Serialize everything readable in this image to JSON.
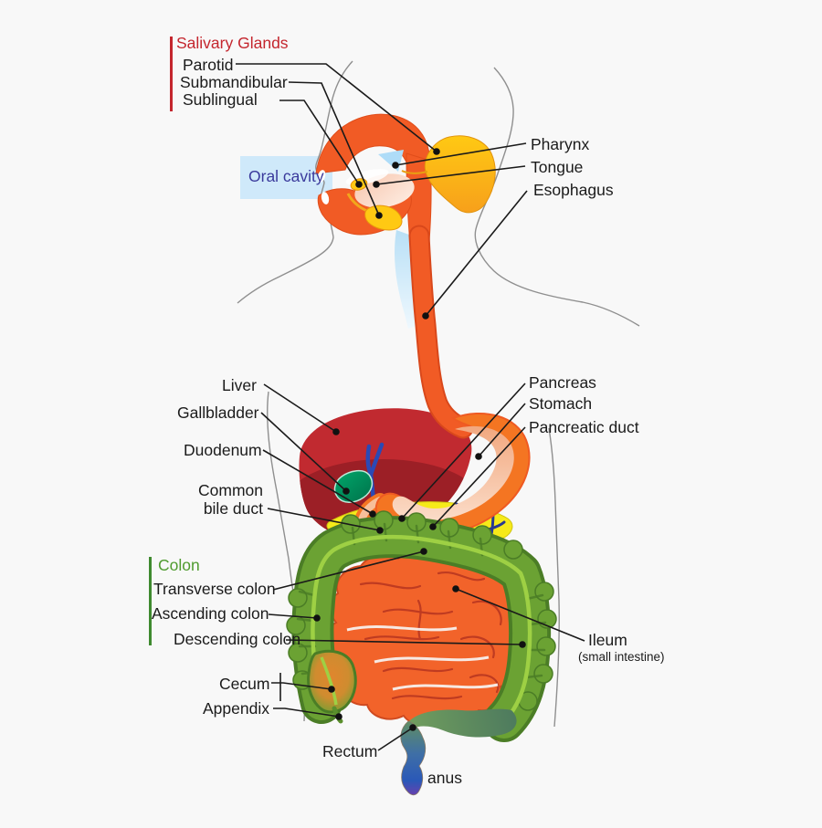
{
  "title": "Human digestive system diagram",
  "groups": {
    "salivary_glands": {
      "header": "Salivary Glands",
      "header_color": "#c4262e",
      "items": [
        "Parotid",
        "Submandibular",
        "Sublingual"
      ]
    },
    "colon": {
      "header": "Colon",
      "header_color": "#4f9b2f",
      "items": [
        "Transverse colon",
        "Ascending colon",
        "Descending colon"
      ]
    }
  },
  "labels": {
    "oral_cavity": "Oral cavity",
    "pharynx": "Pharynx",
    "tongue": "Tongue",
    "esophagus": "Esophagus",
    "liver": "Liver",
    "gallbladder": "Gallbladder",
    "duodenum": "Duodenum",
    "common_bile_duct_line1": "Common",
    "common_bile_duct_line2": "bile duct",
    "pancreas": "Pancreas",
    "stomach": "Stomach",
    "pancreatic_duct": "Pancreatic duct",
    "cecum": "Cecum",
    "appendix": "Appendix",
    "ileum": "Ileum",
    "ileum_sub": "(small intestine)",
    "rectum": "Rectum",
    "anus": "anus"
  },
  "palette": {
    "background": "#f8f8f8",
    "label_text": "#1b1b1b",
    "salivary_header_red": "#c4262e",
    "colon_header_green": "#4f9b2f",
    "oral_cavity_band": "#cfe9fa",
    "oral_cavity_text": "#3a3a9c",
    "mouth_esophagus_orange": "#f15b25",
    "salivary_gland_yellow": "#ffc913",
    "liver_red": "#c12a30",
    "liver_shadow": "#9c1f26",
    "gallbladder_teal": "#00a266",
    "bile_duct_blue": "#2b49b5",
    "stomach_rim_orange": "#f47522",
    "stomach_inner_peach": "#f2a87f",
    "pancreas_yellow": "#f6ea19",
    "pancreas_head_green": "#82c03c",
    "colon_green": "#6ba233",
    "colon_outline_green": "#4b7d26",
    "tenia_light_green": "#9ed044",
    "small_intestine_orange": "#f2632a",
    "rectum_blue": "#2a58b8",
    "body_outline_gray": "#8f8f8f"
  }
}
